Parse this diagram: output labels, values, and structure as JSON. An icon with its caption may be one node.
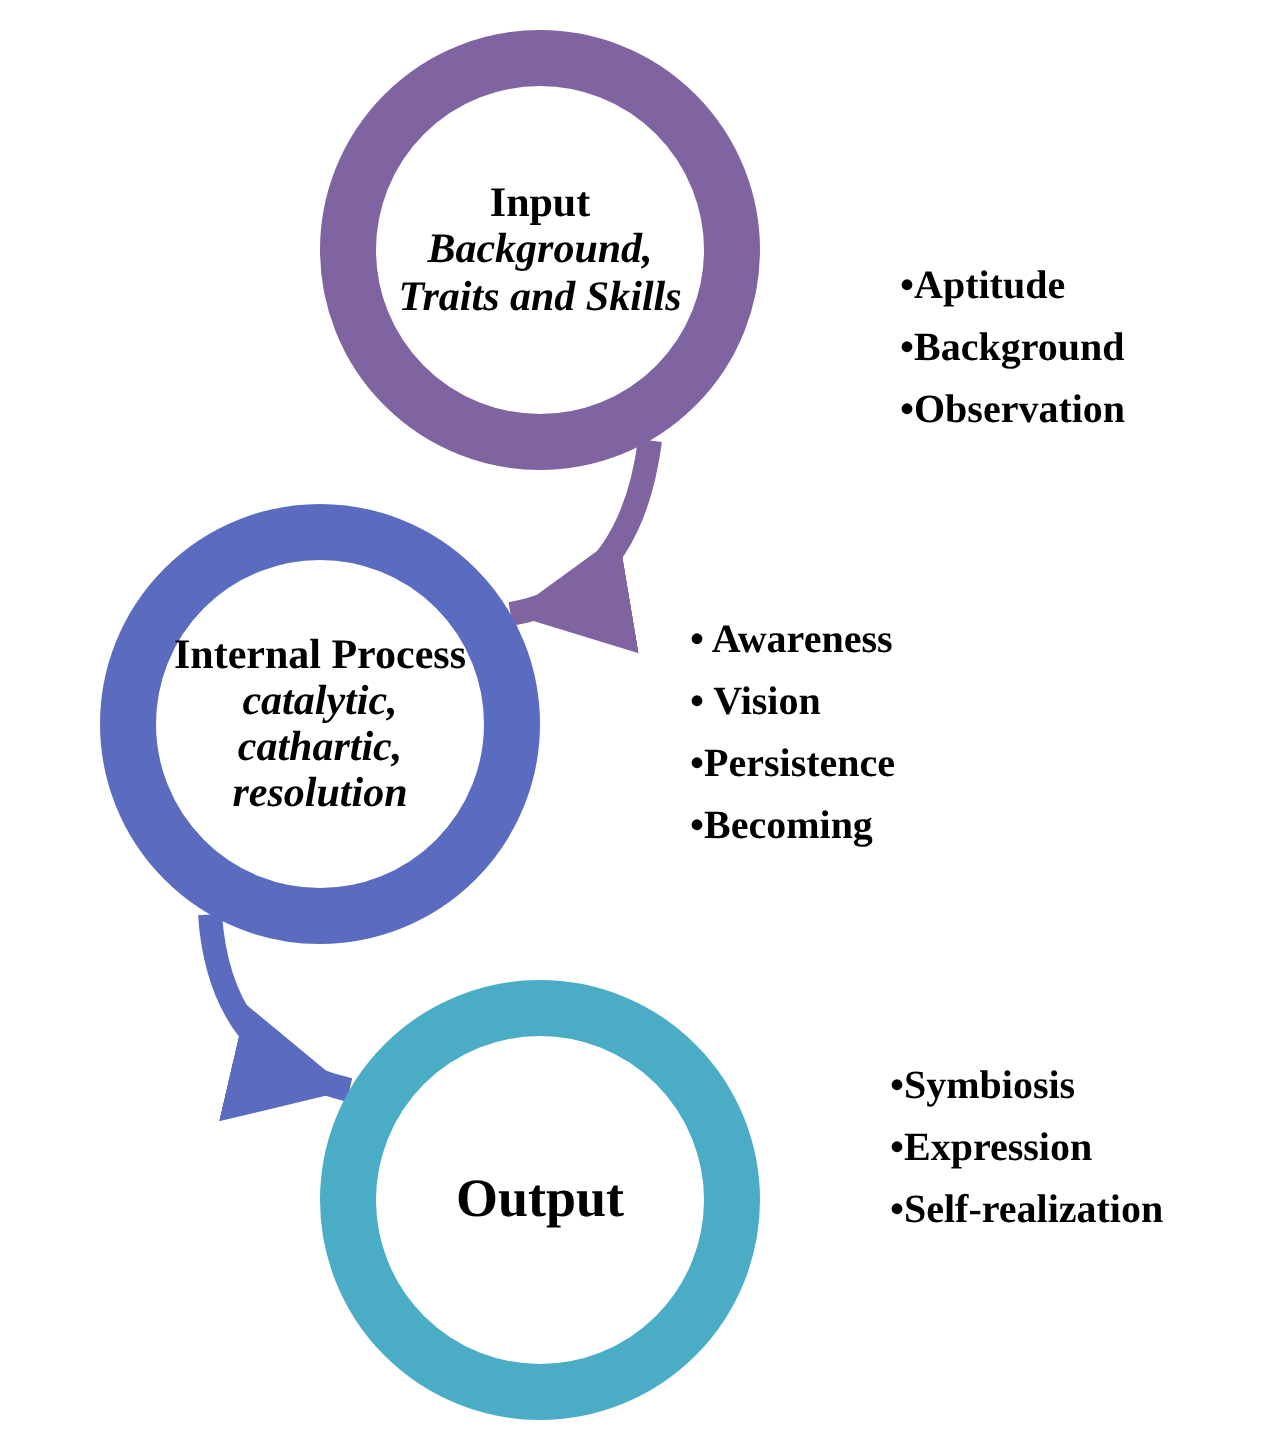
{
  "diagram": {
    "nodes": [
      {
        "text": [
          "Input",
          "Background, Traits and Skills"
        ],
        "beside": [
          "•Aptitude",
          "•Background",
          "•Observation"
        ]
      },
      {
        "text": [
          "Internal Process",
          "catalytic, cathartic, resolution"
        ],
        "beside": [
          "• Awareness",
          "• Vision",
          "•Persistence",
          "•Becoming"
        ]
      },
      {
        "text": [
          "Output"
        ],
        "beside": [
          "•Symbiosis",
          "•Expression",
          "•Self-realization"
        ]
      }
    ],
    "edges": [
      {
        "from": 0,
        "to": 1,
        "arrow": "to"
      },
      {
        "from": 1,
        "to": 2,
        "arrow": "to"
      }
    ]
  }
}
